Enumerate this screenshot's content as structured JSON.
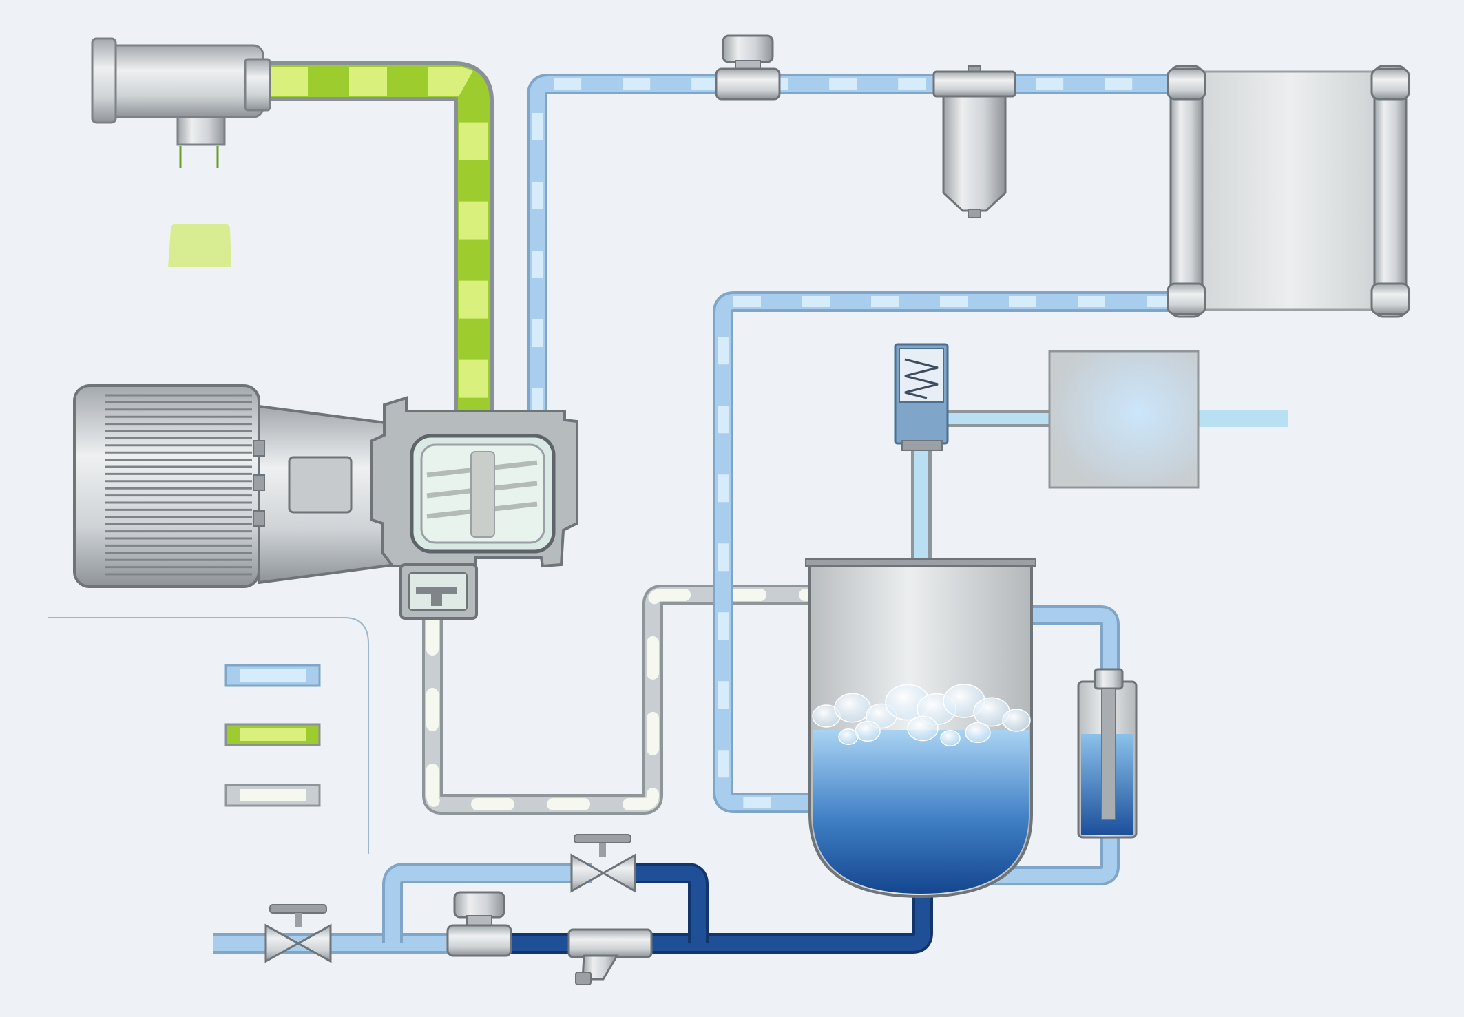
{
  "diagram": {
    "background": "#eef2f6",
    "colors": {
      "air_pipe": "#a9cdec",
      "air_pipe_edge": "#7fa6c8",
      "air_dash": "#d7ecfb",
      "oil_pipe": "#9acb33",
      "oil_dash": "#d7ef7a",
      "oil_air_pipe": "#b8bfc3",
      "oil_air_dash": "#f3f7ee",
      "coolant_pipe": "#a9cdec",
      "coolant_dark": "#1f4f96",
      "metal_light": "#e6e8ea",
      "metal_mid": "#c3c7ca",
      "metal_dark": "#8c9296",
      "water_top": "#a9d3f3",
      "water_bottom": "#1b4f9a"
    },
    "components": [
      "motor",
      "compressor",
      "intake-air-filter",
      "pressure-gauge",
      "inline-filter",
      "heat-exchanger",
      "relief-valve",
      "control-box",
      "separator-tank",
      "sight-glass",
      "inlet-valve",
      "bypass-valve",
      "strainer",
      "check-valve"
    ],
    "legend": {
      "swatches": [
        {
          "kind": "air"
        },
        {
          "kind": "oil"
        },
        {
          "kind": "oil-air mixture"
        }
      ]
    }
  }
}
